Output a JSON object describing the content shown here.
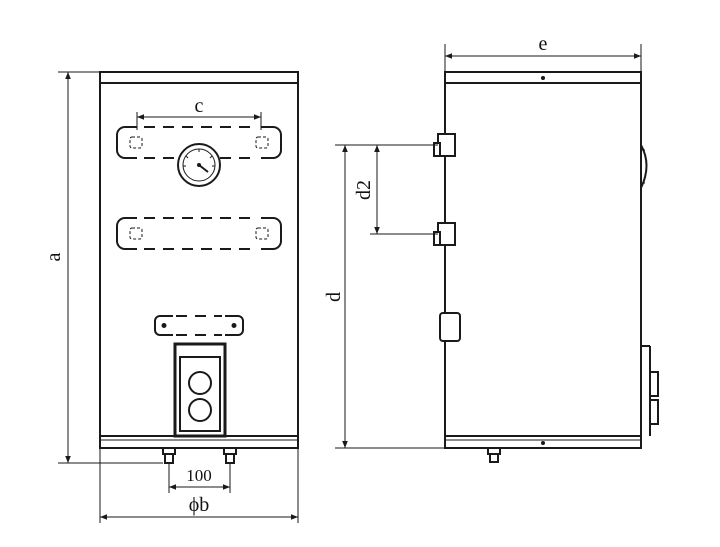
{
  "labels": {
    "a": "a",
    "b": "ϕb",
    "c": "c",
    "d": "d",
    "d2": "d2",
    "e": "e",
    "spacing_100": "100"
  }
}
